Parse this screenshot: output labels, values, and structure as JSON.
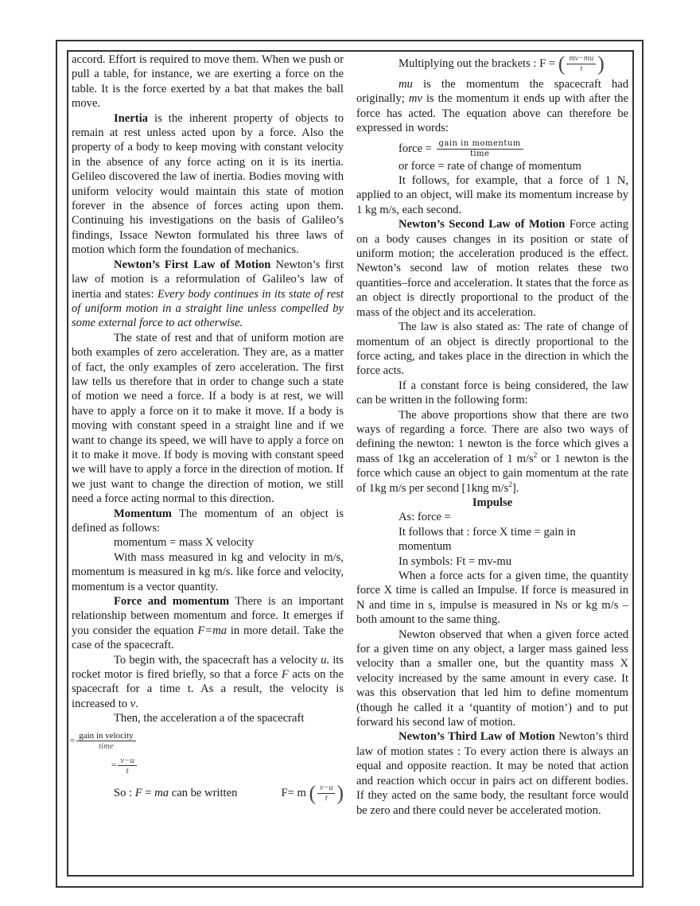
{
  "page": {
    "left_column": {
      "p1": "accord. Effort is required to move them. When we push or pull a table, for instance, we are exerting a force on the table. It is the force exerted by a bat that makes the ball move.",
      "inertia": {
        "heading": "Inertia",
        "text": " is the inherent property of objects to remain at rest unless acted upon by a force. Also the property of a body to keep moving with constant velocity in the absence of any force acting on it is its inertia. Gelileo discovered the law of inertia. Bodies moving with uniform velocity would maintain this state of motion forever in the absence of forces acting upon them. Continuing his investigations on the basis of Galileo’s findings, Issace Newton formulated his three laws of motion which form the foundation of mechanics."
      },
      "first_law": {
        "heading": "Newton’s First Law of Motion",
        "text": " Newton’s first law of motion is a reformulation of Galileo’s law of inertia and states: ",
        "statement": "Every body continues in its state of rest of uniform motion in a straight line unless compelled by some external force to act otherwise."
      },
      "p_rest": "The state of rest and that of uniform motion are both examples of zero acceleration. They are, as a matter of fact, the only examples of zero acceleration. The first law tells us therefore that in order to change such a state of motion we need a force. If a body is at rest, we will have to apply a force on it to make it move. If a body is moving with constant speed in a straight line and if we want to change its speed, we will have to apply a force on it to make it move. If body is moving with constant speed we will have to apply a force in the direction of motion. If we just want to change the direction of motion, we still need a force acting normal to this direction.",
      "momentum": {
        "heading": "Momentum",
        "text": " The momentum of an object is defined as follows:",
        "equation": "momentum = mass X velocity",
        "units": "With mass measured in kg and velocity in m/s, momentum is measured in kg m/s. like force and velocity, momentum is a vector quantity."
      },
      "force_momentum": {
        "heading": "Force and momentum",
        "text_a": " There is an important relationship between momentum and force. It emerges if you consider the equation ",
        "eq": "F=ma",
        "text_b": " in more detail. Take the case of the spacecraft."
      },
      "spacecraft": {
        "t1": "To begin with, the spacecraft has a velocity ",
        "u": "u",
        "t2": ". its rocket motor is fired briefly, so that a force ",
        "F": "F",
        "t3": " acts on the spacecraft for a time t. As a result, the velocity is increased to ",
        "v": "v",
        "t4": "."
      },
      "then": "Then, the acceleration a of the spacecraft",
      "frac_gain_velocity": {
        "eq": "=",
        "num": "gain in velocity",
        "den": "time"
      },
      "frac_v_u": {
        "eq": "=",
        "num": "v−u",
        "den": "t"
      },
      "so_line": {
        "prefix": "So : ",
        "F": "F",
        "mid": " = ",
        "ma": "ma",
        "suffix": " can be written",
        "rhs": "F= m",
        "num": "v−u",
        "den": "t"
      }
    },
    "right_column": {
      "multiplying": {
        "text": "Multiplying out the brackets : F = ",
        "num": "mv−mu",
        "den": "t"
      },
      "mu_para": {
        "mu": "mu",
        "t1": " is the momentum the spacecraft had originally; ",
        "mv": "mv",
        "t2": " is the momentum it ends up with after the force has acted. The equation above can therefore be expressed in words:"
      },
      "force_words": {
        "lhs": "force = ",
        "num": "gain in momentum",
        "den": "time"
      },
      "rate": "or force = rate of change of momentum",
      "follows": "It follows, for example, that a force of 1 N, applied to an object, will make its momentum increase by 1 kg m/s, each second.",
      "second_law": {
        "heading": "Newton’s Second Law of Motion",
        "text": " Force acting on a body causes changes in its position or state of uniform motion; the acceleration produced is the effect. Newton’s second law of motion relates these two quantities–force and acceleration. It states that the force as an object is directly proportional to the product of the mass of the object and its acceleration."
      },
      "law_stated": "The law is also stated as: The rate of change of momentum of an object is directly proportional to the force acting, and takes place in the direction in which the force acts.",
      "constant_force": "If a constant force is being considered, the law can be written in the following form:",
      "proportions": {
        "t1": "The above proportions show that there are two ways of regarding a force. There are also two ways of defining the newton: 1 newton is the force which gives a mass of 1kg an acceleration of 1 m/s",
        "sup1": "2",
        "t2": " or 1 newton is the force which cause an object to gain momentum at the rate of 1kg m/s per second [1kng m/s",
        "sup2": "2",
        "t3": "]."
      },
      "impulse_heading": "Impulse",
      "as_force": "As: force =",
      "follows_that": "It follows that : force X time = gain in momentum",
      "symbols": "In symbols:  Ft = mv-mu",
      "impulse_def": "When a force acts for a given time, the quantity force X time is called an Impulse. If force is measured in N and time in s, impulse is measured in Ns or kg m/s – both amount to the same thing.",
      "newton_observed": "Newton observed that when a given force acted for a given time on any object, a larger mass gained less velocity than a smaller one, but the quantity mass X velocity increased by the same amount in every case. It was this observation that led him to define momentum (though he called it a ‘quantity of motion’) and to put forward his second law of motion.",
      "third_law": {
        "heading": "Newton’s Third Law of Motion",
        "text": "  Newton’s third law of motion states : To every action there is always an equal and opposite reaction. It may be noted that action and reaction which occur in pairs act on different bodies. If they acted on the same body, the resultant force would be zero and there could never be accelerated motion."
      }
    }
  }
}
